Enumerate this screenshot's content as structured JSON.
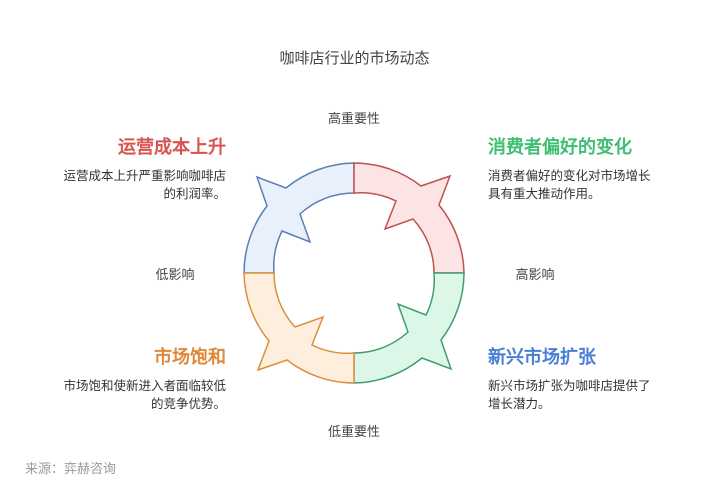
{
  "title": "咖啡店行业的市场动态",
  "axes": {
    "top": "高重要性",
    "bottom": "低重要性",
    "left": "低影响",
    "right": "高影响"
  },
  "quadrants": [
    {
      "position": "top-left",
      "title": "运营成本上升",
      "desc_line1": "运营成本上升严重影响咖啡店",
      "desc_line2": "的利润率。",
      "color": "#d9534f",
      "fill": "#e8f0fb",
      "stroke": "#5b7fb5"
    },
    {
      "position": "top-right",
      "title": "消费者偏好的变化",
      "desc_line1": "消费者偏好的变化对市场增长",
      "desc_line2": "具有重大推动作用。",
      "color": "#3fbf74",
      "fill": "#fde4e4",
      "stroke": "#c0504d"
    },
    {
      "position": "bottom-left",
      "title": "市场饱和",
      "desc_line1": "市场饱和使新进入者面临较低",
      "desc_line2": "的竞争优势。",
      "color": "#e0883a",
      "fill": "#fdeedd",
      "stroke": "#d9903a"
    },
    {
      "position": "bottom-right",
      "title": "新兴市场扩张",
      "desc_line1": "新兴市场扩张为咖啡店提供了",
      "desc_line2": "增长潜力。",
      "color": "#4a7fd6",
      "fill": "#dcf7e8",
      "stroke": "#3f9f6a"
    }
  ],
  "source": "来源：弈赫咨询"
}
